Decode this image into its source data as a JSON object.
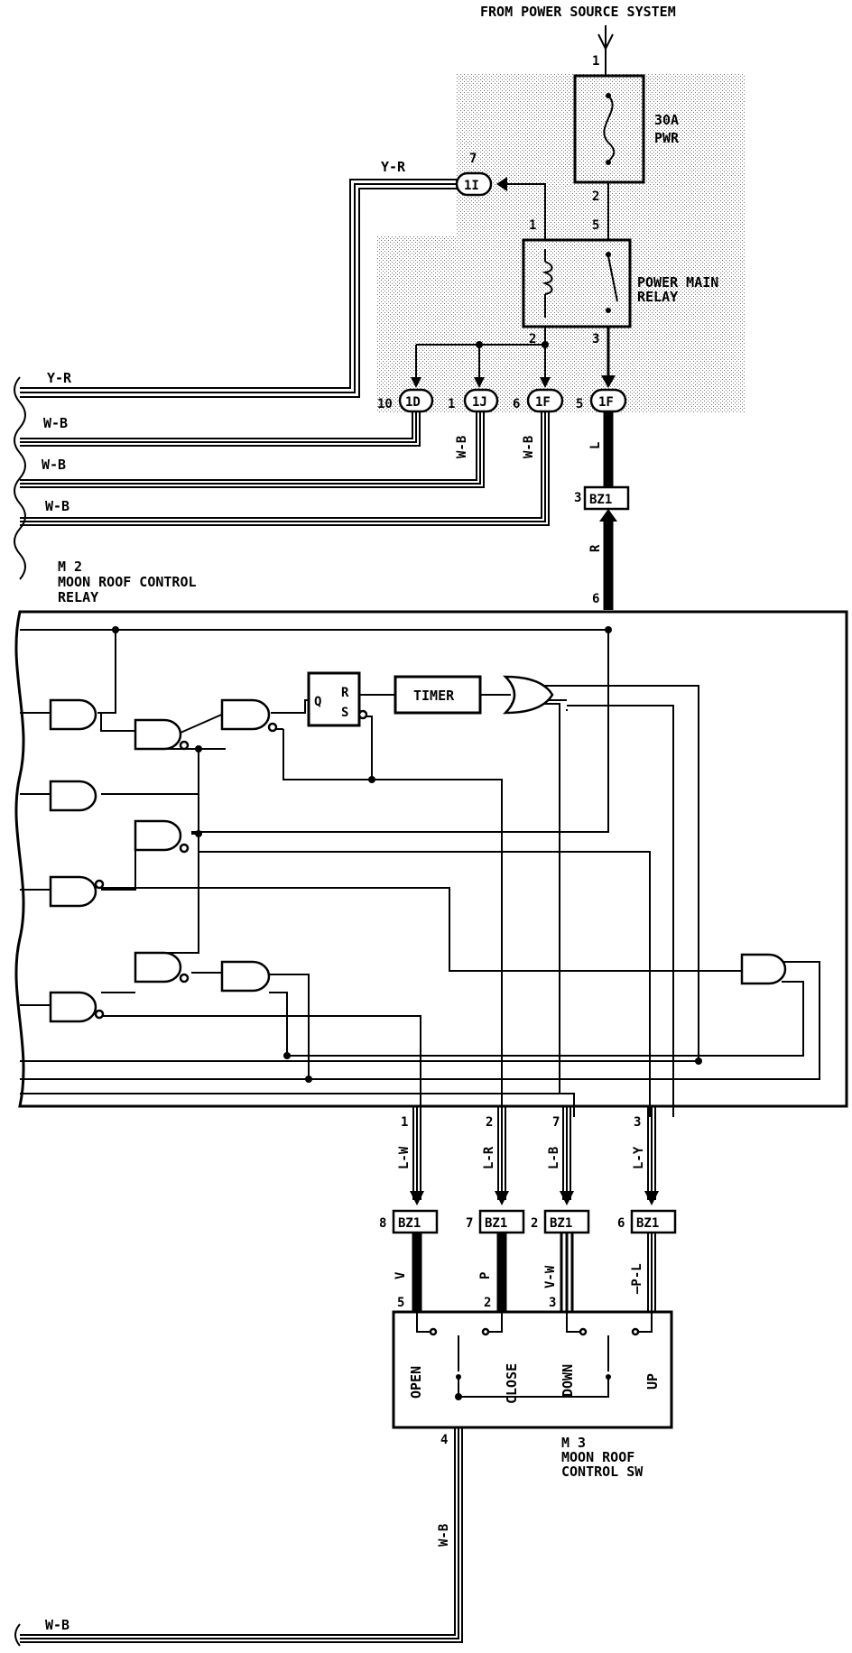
{
  "source_label": "FROM POWER SOURCE SYSTEM",
  "fuse": {
    "rating": "30A",
    "name": "PWR",
    "pin_top": "1",
    "pin_bottom": "2"
  },
  "relay": {
    "line1": "POWER MAIN",
    "line2": "RELAY",
    "pin1": "1",
    "pin5": "5",
    "pin2": "2",
    "pin3": "3"
  },
  "connectors": {
    "c1i": {
      "label": "1I",
      "pin": "7"
    },
    "c1d": {
      "label": "1D",
      "pin": "10"
    },
    "c1j": {
      "label": "1J",
      "pin": "1"
    },
    "c1f_a": {
      "label": "1F",
      "pin": "6"
    },
    "c1f_b": {
      "label": "1F",
      "pin": "5"
    },
    "bz_top": {
      "label": "BZ1",
      "pin": "3"
    },
    "bz_1": {
      "label": "BZ1",
      "pin": "8"
    },
    "bz_2": {
      "label": "BZ1",
      "pin": "7"
    },
    "bz_3": {
      "label": "BZ1",
      "pin": "2"
    },
    "bz_4": {
      "label": "BZ1",
      "pin": "6"
    }
  },
  "wires": {
    "top_yr": "Y-R",
    "left_yr": "Y-R",
    "left_wb1": "W-B",
    "left_wb2": "W-B",
    "left_wb3": "W-B",
    "v_wb1": "W-B",
    "v_wb2": "W-B",
    "v_l": "L",
    "v_r": "R",
    "lw": "L-W",
    "lr": "L-R",
    "lb": "L-B",
    "ly": "L-Y",
    "v": "V",
    "p": "P",
    "vw": "V-W",
    "pl": "—P-L",
    "gnd_v": "W-B",
    "gnd_h": "W-B"
  },
  "m2": {
    "code": "M 2",
    "line1": "MOON ROOF CONTROL",
    "line2": "RELAY",
    "pin_top": "6",
    "pins": [
      "1",
      "2",
      "7",
      "3"
    ]
  },
  "logic": {
    "timer": "TIMER",
    "ff_q": "Q",
    "ff_r": "R",
    "ff_s": "S"
  },
  "m3": {
    "code": "M 3",
    "line1": "MOON ROOF",
    "line2": "CONTROL SW",
    "pins_top": [
      "5",
      "2",
      "3"
    ],
    "pin_bottom": "4"
  },
  "switch_labels": [
    "OPEN",
    "CLOSE",
    "DOWN",
    "UP"
  ]
}
